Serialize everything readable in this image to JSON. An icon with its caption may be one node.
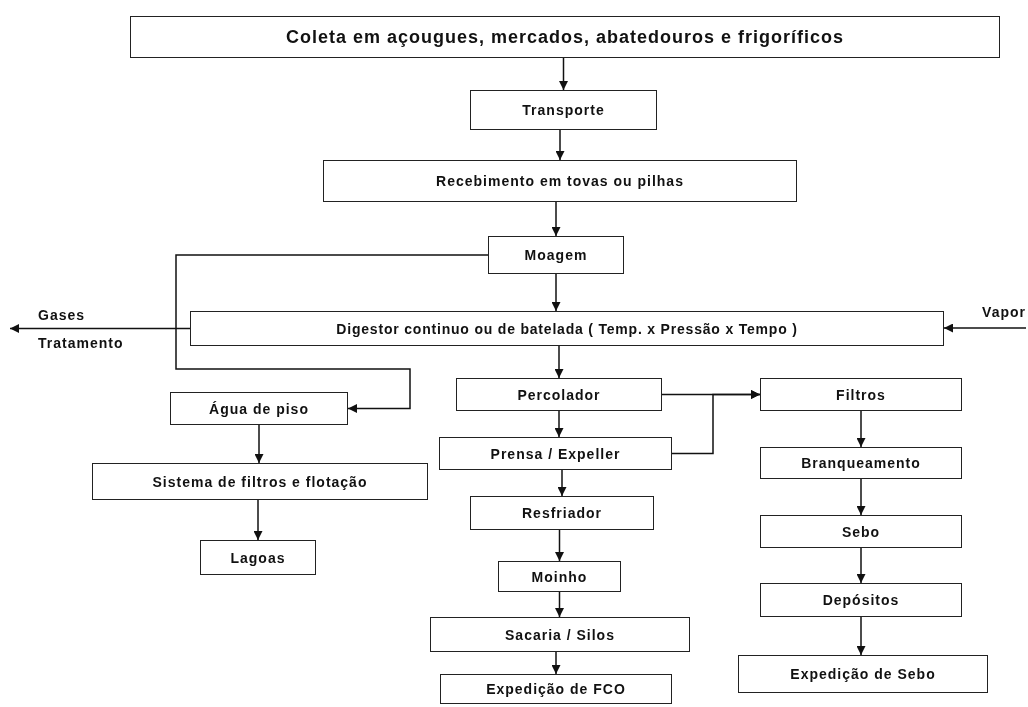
{
  "diagram": {
    "nodes": [
      {
        "text": [
          "Coleta em  açougues, mercados, abatedouros e frigoríficos"
        ]
      },
      {
        "text": [
          "Transporte"
        ]
      },
      {
        "text": [
          "Recebimento em tovas ou pilhas"
        ]
      },
      {
        "text": [
          "Moagem"
        ]
      },
      {
        "text": [
          "Digestor continuo ou de batelada ( Temp. x  Pressão x Tempo )"
        ]
      },
      {
        "text": [
          "Gases",
          "Tratamento"
        ]
      },
      {
        "text": [
          "Vapor"
        ]
      },
      {
        "text": [
          "Percolador"
        ]
      },
      {
        "text": [
          "Filtros"
        ]
      },
      {
        "text": [
          "Água de piso"
        ]
      },
      {
        "text": [
          "Prensa / Expeller"
        ]
      },
      {
        "text": [
          "Branqueamento"
        ]
      },
      {
        "text": [
          "Sistema de filtros e  flotação"
        ]
      },
      {
        "text": [
          "Resfriador"
        ]
      },
      {
        "text": [
          "Sebo"
        ]
      },
      {
        "text": [
          "Lagoas"
        ]
      },
      {
        "text": [
          "Moinho"
        ]
      },
      {
        "text": [
          "Depósitos"
        ]
      },
      {
        "text": [
          "Sacaria / Silos"
        ]
      },
      {
        "text": [
          "Expedição de FCO"
        ]
      },
      {
        "text": [
          "Expedição de Sebo"
        ]
      }
    ],
    "edges": [
      {
        "from": 0,
        "to": 1,
        "arrow": "to"
      },
      {
        "from": 1,
        "to": 2,
        "arrow": "to"
      },
      {
        "from": 2,
        "to": 3,
        "arrow": "to"
      },
      {
        "from": 3,
        "to": 4,
        "arrow": "to"
      },
      {
        "from": 3,
        "to": 9,
        "arrow": "to"
      },
      {
        "from": 4,
        "to": 5,
        "arrow": "to"
      },
      {
        "from": 6,
        "to": 4,
        "arrow": "to"
      },
      {
        "from": 4,
        "to": 7,
        "arrow": "to"
      },
      {
        "from": 7,
        "to": 8,
        "arrow": "to"
      },
      {
        "from": 10,
        "to": 8,
        "arrow": "to"
      },
      {
        "from": 7,
        "to": 10,
        "arrow": "to"
      },
      {
        "from": 9,
        "to": 12,
        "arrow": "to"
      },
      {
        "from": 12,
        "to": 15,
        "arrow": "to"
      },
      {
        "from": 10,
        "to": 13,
        "arrow": "to"
      },
      {
        "from": 13,
        "to": 16,
        "arrow": "to"
      },
      {
        "from": 16,
        "to": 18,
        "arrow": "to"
      },
      {
        "from": 18,
        "to": 19,
        "arrow": "to"
      },
      {
        "from": 8,
        "to": 11,
        "arrow": "to"
      },
      {
        "from": 11,
        "to": 14,
        "arrow": "to"
      },
      {
        "from": 14,
        "to": 17,
        "arrow": "to"
      },
      {
        "from": 17,
        "to": 20,
        "arrow": "to"
      }
    ]
  }
}
